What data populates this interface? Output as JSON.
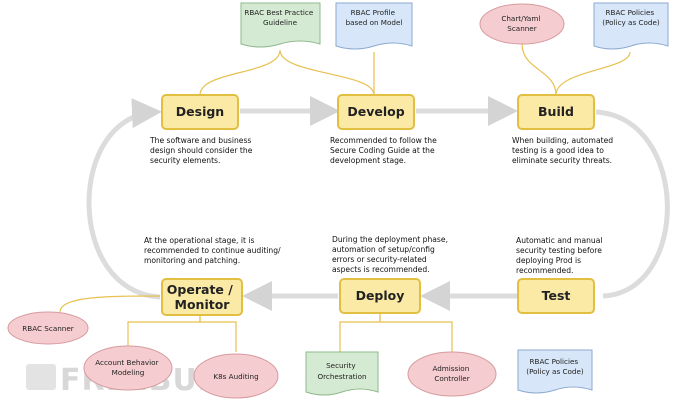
{
  "stages": {
    "design": {
      "label": "Design"
    },
    "develop": {
      "label": "Develop"
    },
    "build": {
      "label": "Build"
    },
    "operate": {
      "label_lines": [
        "Operate /",
        "Monitor"
      ]
    },
    "deploy": {
      "label": "Deploy"
    },
    "test": {
      "label": "Test"
    }
  },
  "descriptions": {
    "design": [
      "The software and business",
      "design should consider the",
      "security elements."
    ],
    "develop": [
      "Recommended to follow the",
      "Secure Coding Guide at the",
      "development stage."
    ],
    "build": [
      "When building, automated",
      "testing is a good idea to",
      "eliminate security threats."
    ],
    "operate": [
      "At the operational stage, it is",
      "recommended to continue auditing/",
      "monitoring and patching."
    ],
    "deploy": [
      "During the deployment phase,",
      "automation of setup/config",
      "errors or security-related",
      "aspects is recommended."
    ],
    "test": [
      "Automatic and manual",
      "security testing before",
      "deploying Prod is",
      "recommended."
    ]
  },
  "docs": {
    "best_practice": [
      "RBAC Best Practice",
      "Guideline"
    ],
    "profile": [
      "RBAC Profile",
      "based on Model"
    ],
    "policies_top": [
      "RBAC Policies",
      "(Policy as Code)"
    ],
    "orchestration": [
      "Security",
      "Orchestration"
    ],
    "policies_bottom": [
      "RBAC Policies",
      "(Policy as Code)"
    ]
  },
  "ellipses": {
    "scanner_top": [
      "Chart/Yaml",
      "Scanner"
    ],
    "rbac_scanner": [
      "RBAC Scanner"
    ],
    "account_behavior": [
      "Account Behavior",
      "Modeling"
    ],
    "k8s_auditing": [
      "K8s Auditing"
    ],
    "admission": [
      "Admission",
      "Controller"
    ]
  },
  "watermark": "FREEBUF",
  "colors": {
    "stage_fill": "#fbeaa6",
    "stage_stroke": "#e2bf43",
    "doc_green": "#d5ead3",
    "doc_blue": "#d7e6f8",
    "ellipse_red": "#f5cdd0",
    "connector": "#e8c04f",
    "cycle": "#dcdcdc"
  }
}
